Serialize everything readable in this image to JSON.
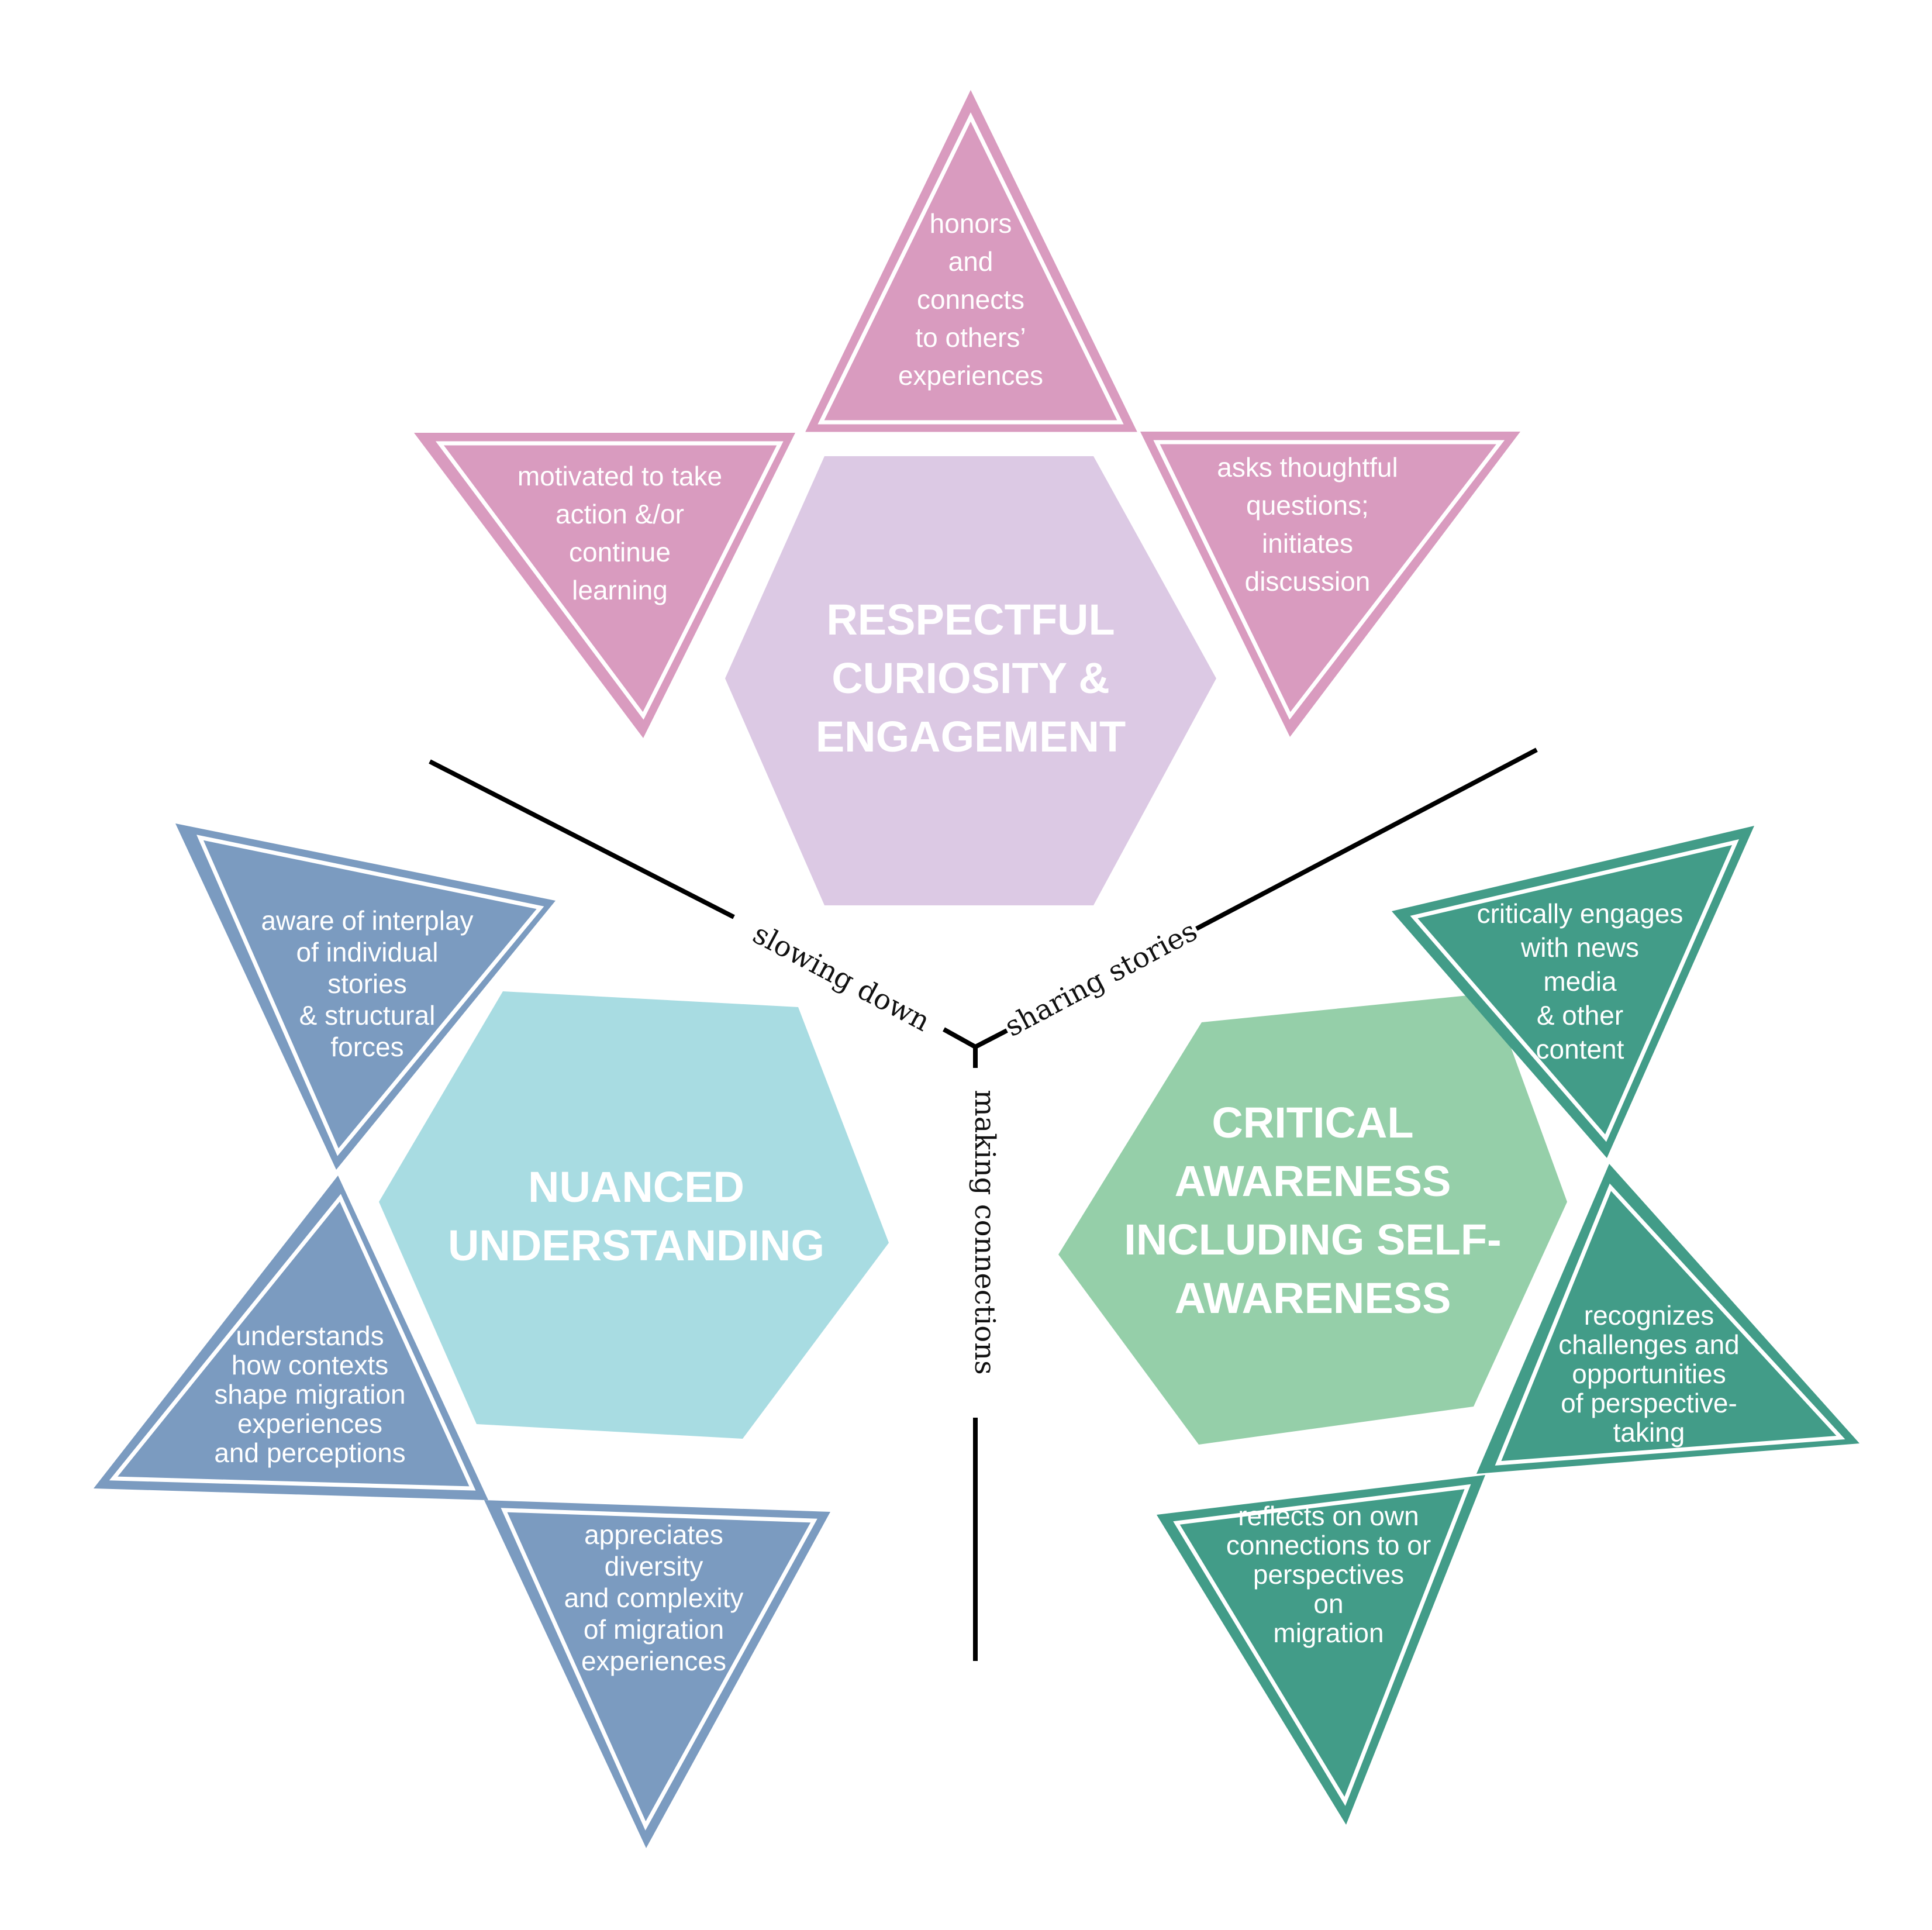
{
  "colors": {
    "pink_triangle": "#d99bbf",
    "pink_hex": "#dcc9e4",
    "blue_triangle": "#7b9bc0",
    "blue_hex": "#a8dce2",
    "green_triangle": "#429c88",
    "green_hex": "#95cfa9",
    "axis_line": "#000000"
  },
  "clusters": {
    "respectful": {
      "title": [
        "RESPECTFUL",
        "CURIOSITY &",
        "ENGAGEMENT"
      ],
      "triangles": {
        "top": [
          "honors",
          "and",
          "connects",
          "to others’",
          "experiences"
        ],
        "left": [
          "motivated to take",
          "action &/or",
          "continue",
          "learning"
        ],
        "right": [
          "asks thoughtful",
          "questions;",
          "initiates",
          "discussion"
        ]
      }
    },
    "nuanced": {
      "title": [
        "NUANCED",
        "UNDERSTANDING"
      ],
      "triangles": {
        "top": [
          "aware of interplay",
          "of individual",
          "stories",
          "& structural",
          "forces"
        ],
        "middle": [
          "understands",
          "how contexts",
          "shape migration",
          "experiences",
          "and perceptions"
        ],
        "bottom": [
          "appreciates",
          "diversity",
          "and complexity",
          "of migration",
          "experiences"
        ]
      }
    },
    "critical": {
      "title": [
        "CRITICAL",
        "AWARENESS",
        "INCLUDING SELF-",
        "AWARENESS"
      ],
      "triangles": {
        "top": [
          "critically engages",
          "with news",
          "media",
          "& other",
          "content"
        ],
        "middle": [
          "recognizes",
          "challenges and",
          "opportunities",
          "of perspective-",
          "taking"
        ],
        "bottom": [
          "reflects on own",
          "connections to or",
          "perspectives",
          "on",
          "migration"
        ]
      }
    }
  },
  "axes": {
    "left": "slowing down",
    "right": "sharing stories",
    "bottom": "making connections"
  }
}
